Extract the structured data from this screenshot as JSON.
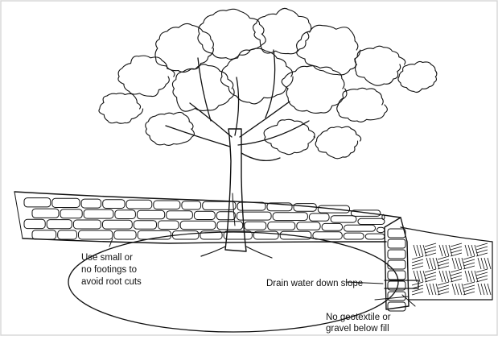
{
  "labels": {
    "footings": [
      "Use small or",
      "no footings to",
      "avoid root cuts"
    ],
    "drain": "Drain water down slope",
    "geotextile": [
      "No geotextile or",
      "gravel below fill"
    ]
  },
  "colors": {
    "ink": "#111111",
    "background": "#ffffff",
    "wash": "#e9e9e9"
  }
}
